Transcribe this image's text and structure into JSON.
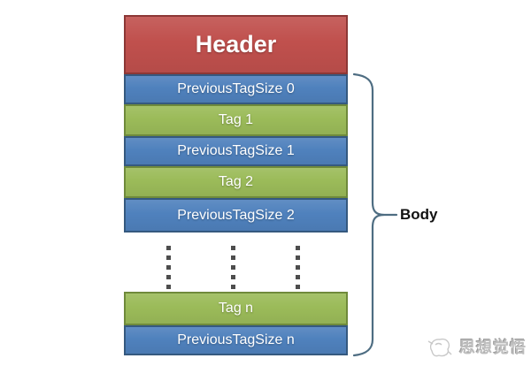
{
  "diagram": {
    "header_label": "Header",
    "rows": [
      {
        "label": "PreviousTagSize 0",
        "kind": "size"
      },
      {
        "label": "Tag 1",
        "kind": "tag"
      },
      {
        "label": "PreviousTagSize 1",
        "kind": "size"
      },
      {
        "label": "Tag 2",
        "kind": "tag"
      },
      {
        "label": "PreviousTagSize 2",
        "kind": "size"
      },
      {
        "label": "Tag n",
        "kind": "tag"
      },
      {
        "label": "PreviousTagSize n",
        "kind": "size"
      }
    ],
    "brace_label": "Body",
    "ellipsis": {
      "columns": 3,
      "dots_per_column": 5
    }
  },
  "watermark": {
    "text": "思想觉悟"
  },
  "colors": {
    "red-fill": "#C0504D",
    "red-border": "#8C3836",
    "blue-fill": "#4F81BD",
    "blue-border": "#35597F",
    "green-fill": "#9BBB59",
    "green-border": "#6F8A3B",
    "brace-color": "#4E6D82",
    "dot-color": "#4D4D4D",
    "body-label-color": "#111111",
    "watermark-color": "#BDBDBD"
  }
}
